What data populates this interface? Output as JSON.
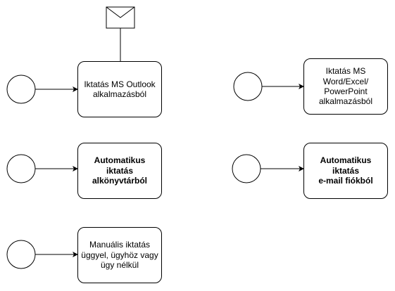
{
  "diagram": {
    "colors": {
      "stroke": "#000000",
      "fill": "#ffffff",
      "text": "#000000"
    },
    "icons": {
      "envelope": "envelope-icon"
    },
    "tasks": {
      "outlook": {
        "label": "Iktatás MS Outlook\nalkalmazásból",
        "bold": false
      },
      "office": {
        "label": "Iktatás MS\nWord/Excel/\nPowerPoint\nalkalmazásból",
        "bold": false
      },
      "library": {
        "label": "Automatikus iktatás\nalkönyvtárból",
        "bold": true
      },
      "email": {
        "label": "Automatikus iktatás\ne-mail fiókból",
        "bold": true
      },
      "manual": {
        "label": "Manuális iktatás\nüggyel, ügyhöz vagy\nügy nélkül",
        "bold": false
      }
    }
  }
}
